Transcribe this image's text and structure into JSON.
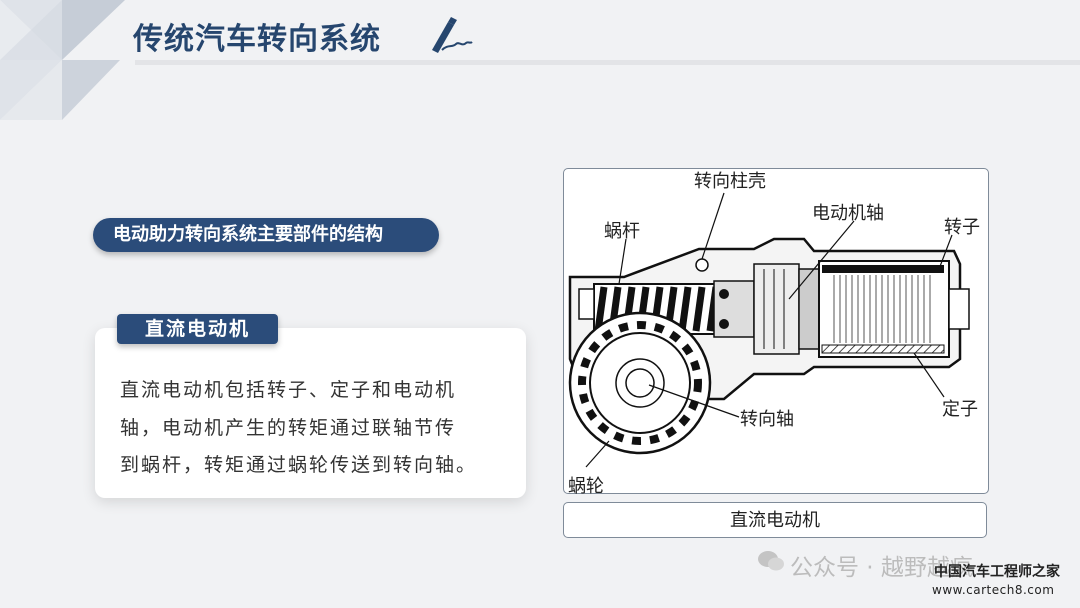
{
  "page": {
    "title": "传统汽车转向系统"
  },
  "section_pill": {
    "label": "电动助力转向系统主要部件的结构"
  },
  "card": {
    "tab_label": "直流电动机",
    "body_lines": [
      "直流电动机包括转子、定子和电动机",
      "轴，电动机产生的转矩通过联轴节传",
      "到蜗杆，转矩通过蜗轮传送到转向轴。"
    ]
  },
  "diagram": {
    "labels": {
      "steering_column": "转向柱壳",
      "worm": "蜗杆",
      "motor_shaft": "电动机轴",
      "rotor": "转子",
      "stator": "定子",
      "steering_shaft": "转向轴",
      "worm_wheel": "蜗轮"
    },
    "caption": "直流电动机"
  },
  "watermark": {
    "text": "公众号 · 越野越疯",
    "site_name": "中国汽车工程师之家",
    "site_url": "www.cartech8.com"
  }
}
